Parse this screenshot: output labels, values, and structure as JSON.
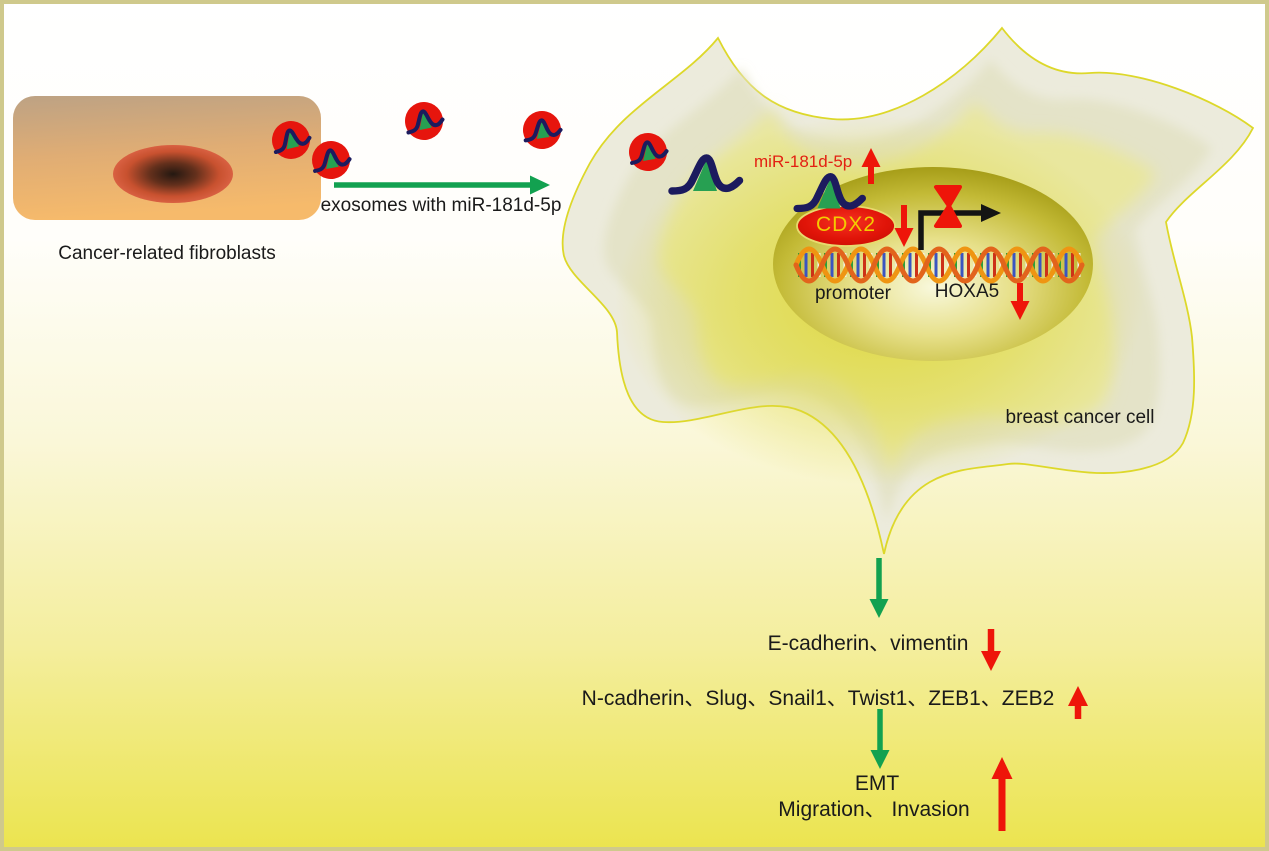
{
  "figure": {
    "type": "mechanism-diagram",
    "description": "Cancer-related fibroblast exosomes deliver miR-181d-5p to breast cancer cell, suppressing CDX2/HOXA5 and driving EMT"
  },
  "fibroblast": {
    "label": "Cancer-related fibroblasts"
  },
  "transfer_arrow": {
    "label": "exosomes with miR-181d-5p",
    "direction": "right"
  },
  "cancer_cell": {
    "label": "breast cancer cell",
    "mirna": {
      "label": "miR-181d-5p",
      "trend": "up"
    },
    "nucleus": {
      "transcription_factor": {
        "label": "CDX2",
        "trend": "down"
      },
      "promoter_label": "promoter",
      "gene": {
        "label": "HOXA5",
        "trend": "down"
      },
      "transcription_blocked": true
    }
  },
  "pathway": {
    "step1": {
      "label": "E-cadherin、vimentin",
      "trend": "down"
    },
    "step2": {
      "label": "N-cadherin、Slug、Snail1、Twist1、ZEB1、ZEB2",
      "trend": "up"
    },
    "step3": {
      "label": "EMT"
    },
    "step4": {
      "label": "Migration、 Invasion",
      "trend": "up"
    }
  },
  "colors": {
    "frame_border": "#cfc98c",
    "background_bottom": "#ebe44e",
    "green_arrow": "#12a150",
    "red_arrow": "#ee1509",
    "exosome_red": "#e6150d",
    "mirna_navy": "#1c1b5e",
    "mirna_green": "#27a052",
    "cell_outline": "#ddd82a",
    "cdx2_fill": "#e01408",
    "cdx2_text": "#f4cb00",
    "nucleus_edge": "#a69d18"
  }
}
